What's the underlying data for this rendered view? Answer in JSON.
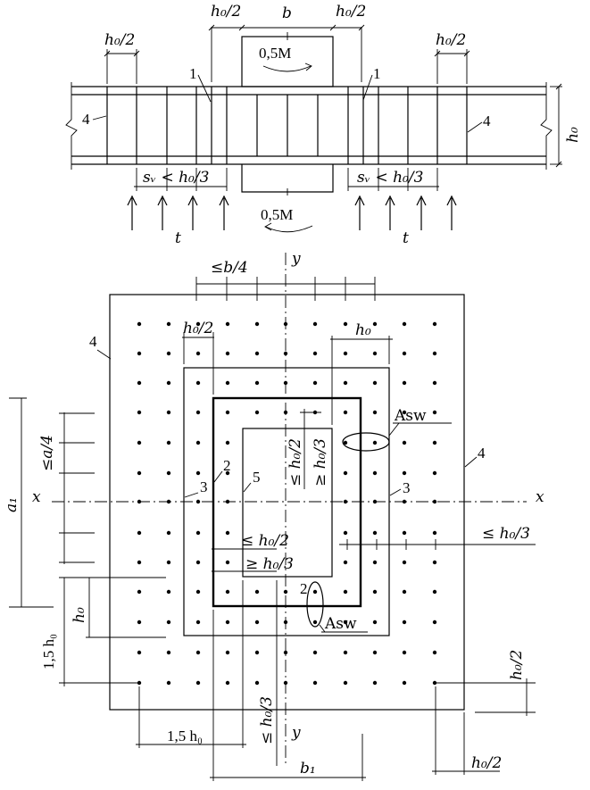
{
  "top": {
    "h0_half": "h₀/2",
    "b": "b",
    "moment": "0,5M",
    "label_1": "1",
    "label_4": "4",
    "h0": "h₀",
    "spacing": "sᵥ < h₀/3",
    "load": "t"
  },
  "plan": {
    "le_b4": "≤b/4",
    "y_axis": "y",
    "x_axis": "x",
    "h0_half": "h₀/2",
    "h0": "h₀",
    "label_4": "4",
    "label_2": "2",
    "label_3": "3",
    "label_5": "5",
    "asw": "Asw",
    "le_a4": "≤a/4",
    "a1": "a₁",
    "one_five_h0": "1,5 h₀",
    "le_h0_2": "≤ h₀/2",
    "ge_h0_3": "≥ h₀/3",
    "le_h0_3": "≤ h₀/3",
    "b1": "b₁"
  }
}
